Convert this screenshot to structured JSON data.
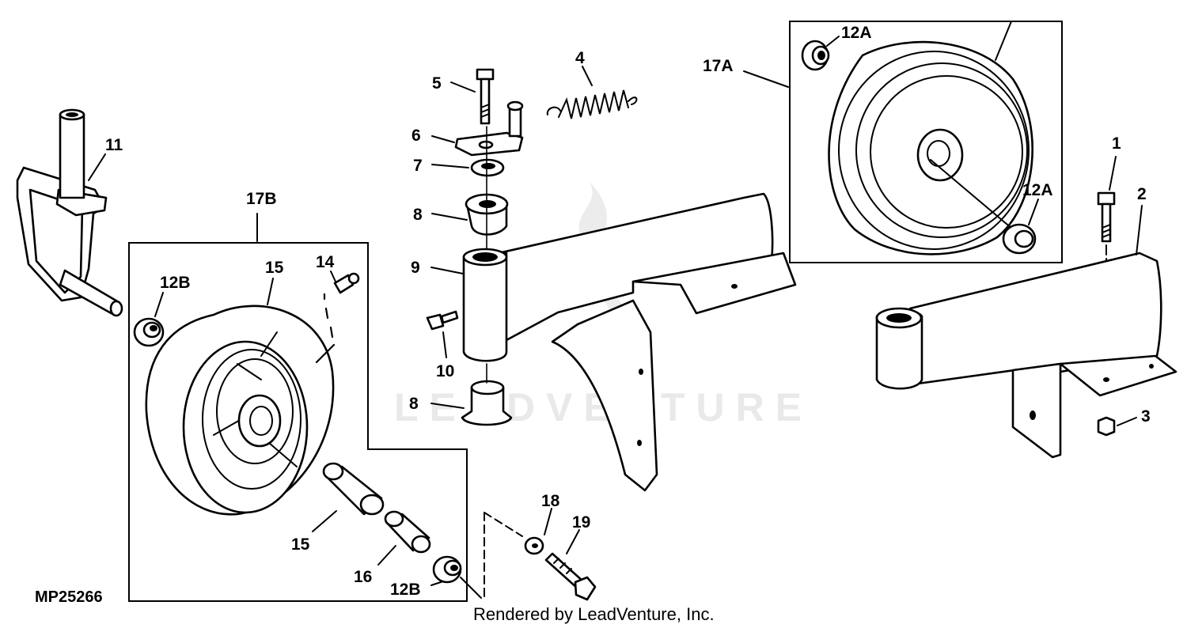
{
  "diagram": {
    "figure_code": "MP25266",
    "credit": "Rendered by LeadVenture, Inc.",
    "watermark": "LEADVENTURE",
    "callouts": {
      "c1": "1",
      "c2": "2",
      "c3": "3",
      "c4": "4",
      "c5": "5",
      "c6": "6",
      "c7": "7",
      "c8a": "8",
      "c8b": "8",
      "c9": "9",
      "c10": "10",
      "c11": "11",
      "c12a_top": "12A",
      "c12a_right": "12A",
      "c12b_left": "12B",
      "c12b_bottom": "12B",
      "c14": "14",
      "c15_top": "15",
      "c15_bottom": "15",
      "c16": "16",
      "c17a": "17A",
      "c17b": "17B",
      "c18": "18",
      "c19": "19"
    }
  }
}
